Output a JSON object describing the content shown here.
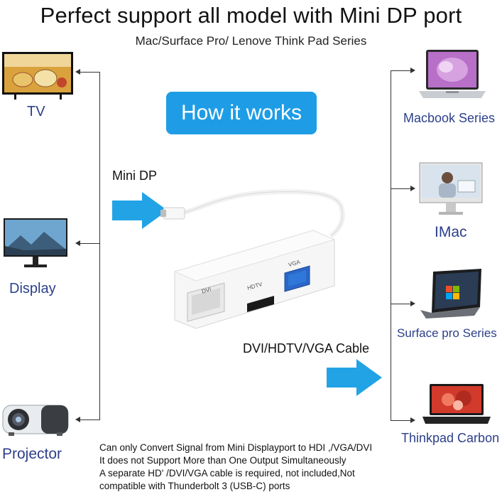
{
  "header": {
    "title": "Perfect support all model with Mini DP port",
    "subtitle": "Mac/Surface Pro/ Lenove Think Pad Series"
  },
  "center": {
    "how_it_works": "How it works",
    "input_label": "Mini DP",
    "output_label": "DVI/HDTV/VGA Cable",
    "adapter": {
      "port_dvi": "DVI",
      "port_hdtv": "HDTV",
      "port_vga": "VGA"
    }
  },
  "left_devices": [
    {
      "label": "TV",
      "icon": "tv-icon"
    },
    {
      "label": "Display",
      "icon": "monitor-icon"
    },
    {
      "label": "Projector",
      "icon": "projector-icon"
    }
  ],
  "right_devices": [
    {
      "label": "Macbook Series",
      "icon": "macbook-icon"
    },
    {
      "label": "IMac",
      "icon": "imac-icon"
    },
    {
      "label": "Surface pro Series",
      "icon": "surface-icon"
    },
    {
      "label": "Thinkpad Carbon",
      "icon": "thinkpad-icon"
    }
  ],
  "notes": {
    "line1": "Can only Convert Signal from Mini Displayport to HDI  ,/VGA/DVI",
    "line2": "It does not Support More than One Output Simultaneously",
    "line3": "A separate HD'  /DVI/VGA cable is required, not included,Not",
    "line4": "compatible with Thunderbolt 3 (USB-C) ports"
  },
  "colors": {
    "accent_blue": "#1e9de6",
    "label_navy": "#2c3f8a"
  }
}
